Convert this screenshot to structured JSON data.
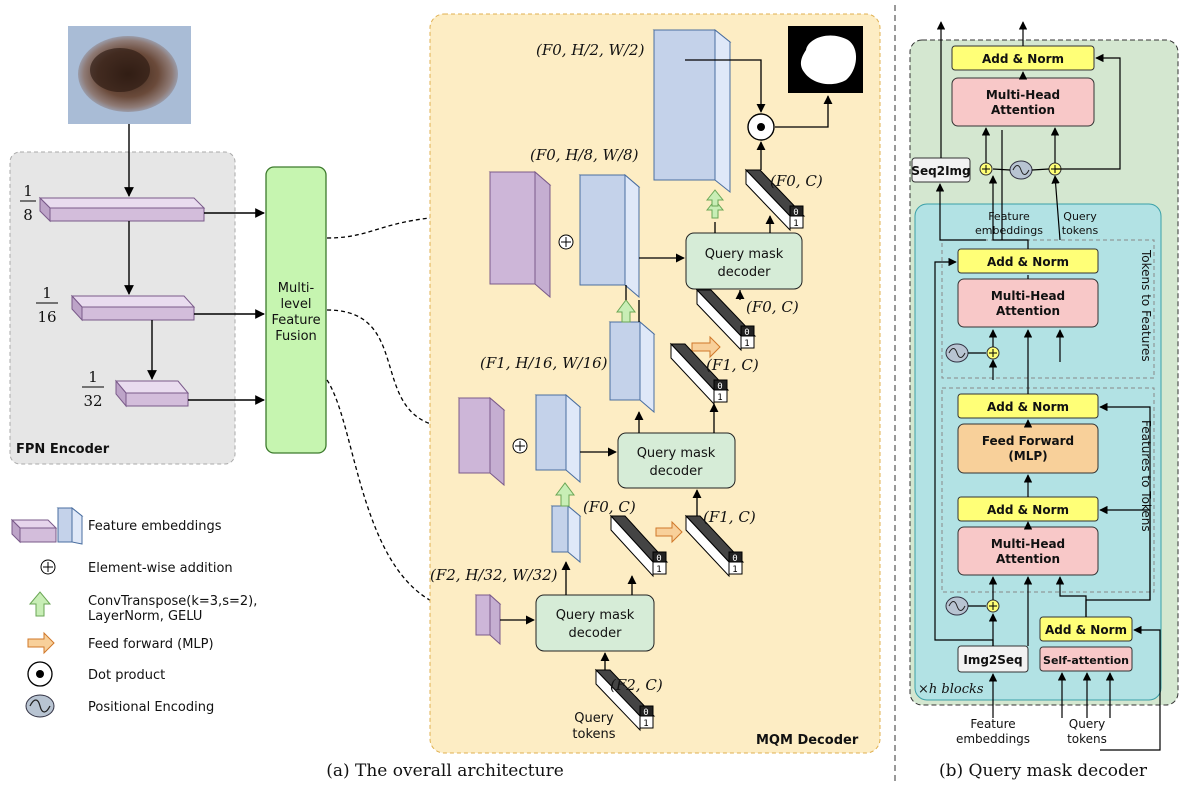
{
  "encoder": {
    "label": "FPN Encoder",
    "scale_1": {
      "num": "1",
      "den": "8"
    },
    "scale_2": {
      "num": "1",
      "den": "16"
    },
    "scale_3": {
      "num": "1",
      "den": "32"
    }
  },
  "fusion": {
    "lines": [
      "Multi-",
      "level",
      "Feature",
      "Fusion"
    ]
  },
  "decoder": {
    "label": "MQM Decoder",
    "qmd_line1": "Query mask",
    "qmd_line2": "decoder",
    "query_tokens_1": "Query",
    "query_tokens_2": "tokens",
    "dim_F0_H2": "(F0, H/2, W/2)",
    "dim_F0_H8": "(F0, H/8, W/8)",
    "dim_F1_H16": "(F1, H/16, W/16)",
    "dim_F2_H32": "(F2, H/32, W/32)",
    "tok_F0C": "(F0, C)",
    "tok_F1C": "(F1, C)",
    "tok_F2C": "(F2, C)",
    "token_zero": "0",
    "token_one": "1"
  },
  "legend": {
    "feature_embeddings": "Feature embeddings",
    "elementwise": "Element-wise addition",
    "convtranspose_1": "ConvTranspose(k=3,s=2),",
    "convtranspose_2": "LayerNorm, GELU",
    "feed_forward": "Feed forward (MLP)",
    "dot_product": "Dot product",
    "positional": "Positional Encoding"
  },
  "qmd_detail": {
    "add_norm": "Add & Norm",
    "mha_1": "Multi-Head",
    "mha_2": "Attention",
    "seq2img": "Seq2Img",
    "img2seq": "Img2Seq",
    "self_attention": "Self-attention",
    "ff_1": "Feed Forward",
    "ff_2": "(MLP)",
    "feature_emb_top_1": "Feature",
    "feature_emb_top_2": "embeddings",
    "query_tokens_top_1": "Query",
    "query_tokens_top_2": "tokens",
    "tokens_to_features": "Tokens to Features",
    "features_to_tokens": "Features to Tokens",
    "blocks": "×h blocks",
    "feature_emb_bottom_1": "Feature",
    "feature_emb_bottom_2": "embeddings",
    "query_tokens_bottom_1": "Query",
    "query_tokens_bottom_2": "tokens"
  },
  "captions": {
    "a": "(a) The overall architecture",
    "b": "(b) Query mask decoder"
  },
  "colors": {
    "encoder_bg": "#e6e6e6",
    "fusion": "#c6f5b0",
    "decoder_bg": "#fdedc4",
    "qmd_box": "#d6ecd7",
    "purple_feat": "#d3bddb",
    "blue_feat": "#c4d2ea",
    "green_panel": "#d4e7d0",
    "cyan_panel": "#b2e2e4",
    "add_norm": "#ffff77",
    "mha": "#f8c8c8",
    "ff": "#f8d09a"
  }
}
